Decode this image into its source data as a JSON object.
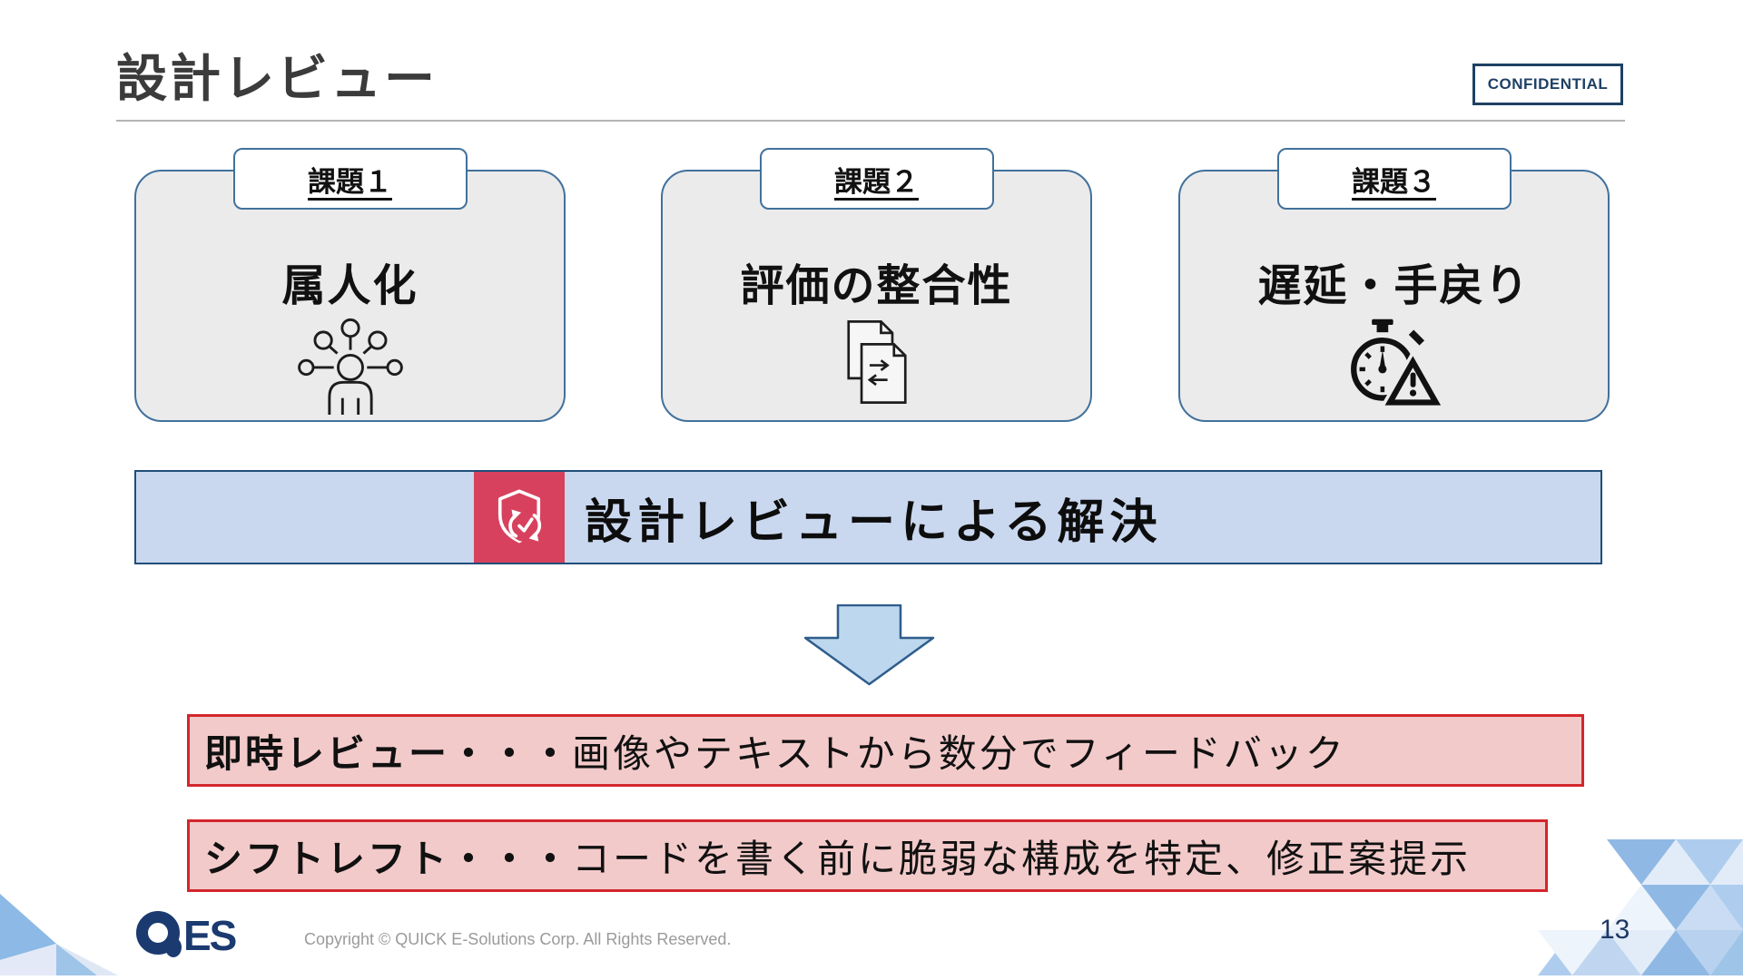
{
  "slide": {
    "title": "設計レビュー",
    "confidential_label": "CONFIDENTIAL",
    "page_number": "13"
  },
  "issues": [
    {
      "tab": "課題１",
      "label": "属人化",
      "icon": "person-network-icon"
    },
    {
      "tab": "課題２",
      "label": "評価の整合性",
      "icon": "documents-exchange-icon"
    },
    {
      "tab": "課題３",
      "label": "遅延・手戻り",
      "icon": "stopwatch-warning-icon"
    }
  ],
  "solution_banner": {
    "text": "設計レビューによる解決",
    "icon": "shield-refresh-icon"
  },
  "benefits": [
    {
      "lead": "即時レビュー",
      "separator": "・・・",
      "description": "画像やテキストから数分でフィードバック"
    },
    {
      "lead": "シフトレフト",
      "separator": "・・・",
      "description": "コードを書く前に脆弱な構成を特定、修正案提示"
    }
  ],
  "footer": {
    "logo_text": "ES",
    "copyright": "Copyright © QUICK E-Solutions Corp. All Rights Reserved."
  },
  "colors": {
    "title_gray": "#3b3b3b",
    "navy": "#1f4e79",
    "card_border": "#41719c",
    "card_bg": "#ebebeb",
    "banner_bg": "#c9d8ef",
    "banner_icon_bg": "#d8415d",
    "arrow_fill": "#bdd7ee",
    "arrow_border": "#2f5d8c",
    "benefit_bg": "#f3caca",
    "benefit_border": "#d3262c",
    "confidential": "#1f4065",
    "page_number": "#1f3864",
    "logo_navy": "#1b3a70",
    "copyright_gray": "#9a9a9a"
  }
}
